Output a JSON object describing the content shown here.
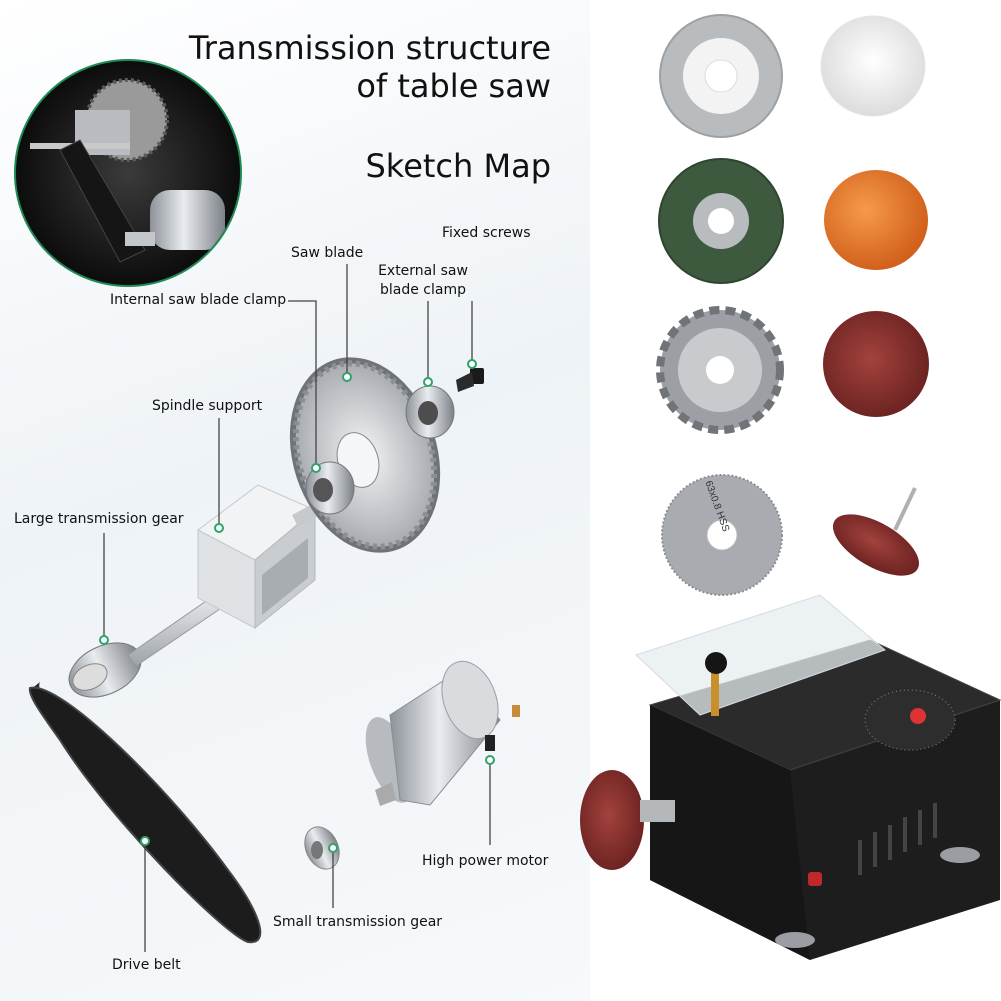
{
  "title": {
    "line1": "Transmission structure",
    "line2": "of table saw",
    "subtitle": "Sketch Map"
  },
  "labels": {
    "saw_blade": "Saw blade",
    "fixed_screws": "Fixed screws",
    "external_clamp_line1": "External saw",
    "external_clamp_line2": "blade clamp",
    "internal_clamp": "Internal saw blade clamp",
    "spindle_support": "Spindle support",
    "large_gear": "Large transmission gear",
    "motor": "High power motor",
    "small_gear": "Small transmission gear",
    "drive_belt": "Drive belt"
  },
  "product_text": {
    "blade_marking": "63x0.8 HSS"
  },
  "colors": {
    "accent_marker": "#2fa36b",
    "title_text": "#111111",
    "orange_pad": "#e8752a",
    "sanding_disc": "#8e2f2c",
    "cutting_disc": "#3d5a3f"
  },
  "icons": {
    "callout_marker": "dot-marker-icon"
  }
}
